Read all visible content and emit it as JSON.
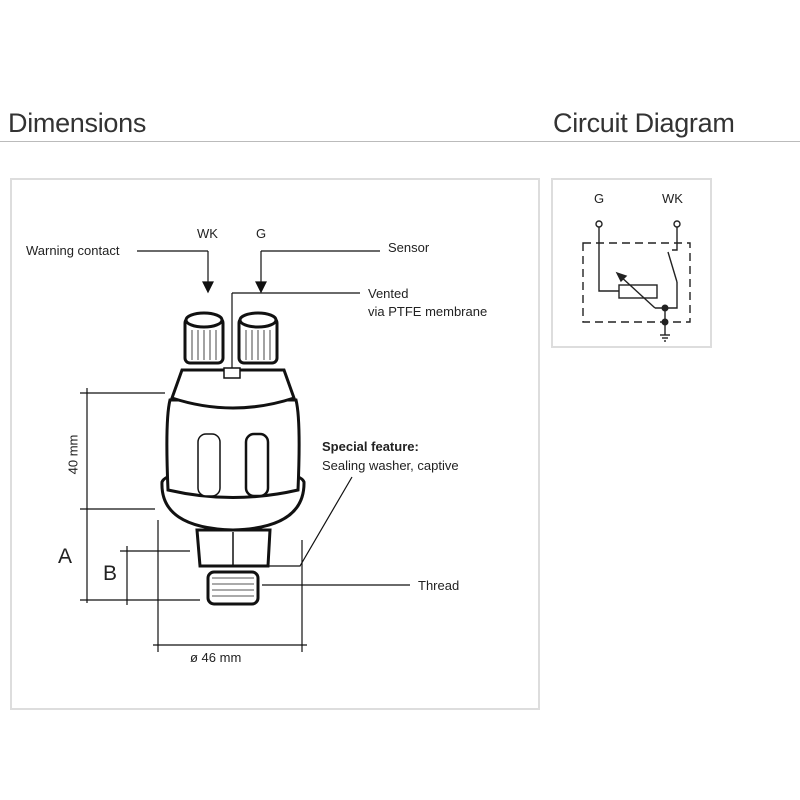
{
  "headers": {
    "dimensions": "Dimensions",
    "circuit": "Circuit Diagram"
  },
  "dimensions": {
    "warning_contact": "Warning contact",
    "wk": "WK",
    "g": "G",
    "sensor": "Sensor",
    "vented_1": "Vented",
    "vented_2": "via PTFE membrane",
    "special_title": "Special feature:",
    "special_text": "Sealing washer, captive",
    "thread": "Thread",
    "diameter": "ø 46 mm",
    "height": "40 mm",
    "a": "A",
    "b": "B"
  },
  "circuit": {
    "g": "G",
    "wk": "WK"
  }
}
